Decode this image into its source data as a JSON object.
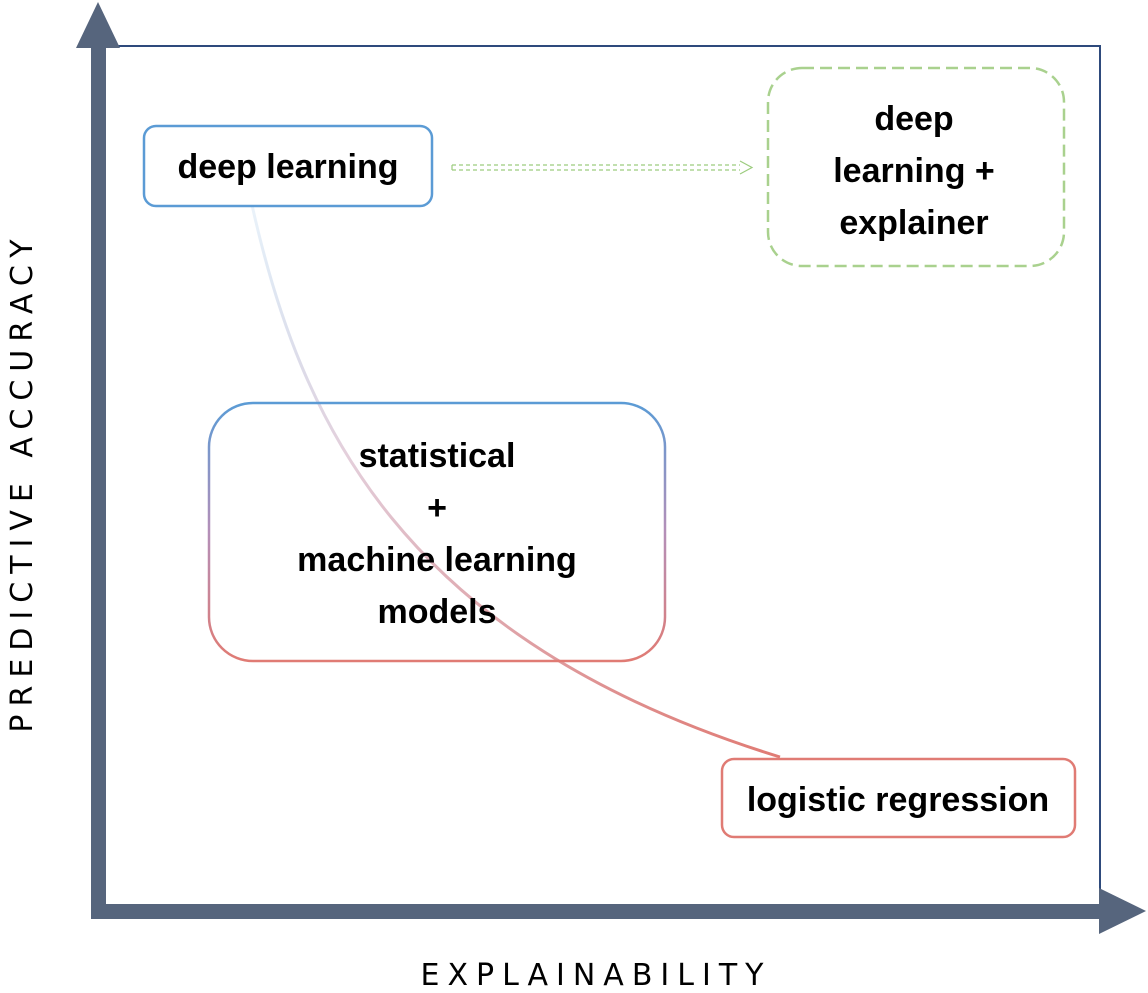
{
  "axes": {
    "x_label": "EXPLAINABILITY",
    "y_label": "PREDICTIVE ACCURACY"
  },
  "nodes": {
    "deep_learning": "deep learning",
    "deep_learning_explainer": [
      "deep",
      "learning +",
      "explainer"
    ],
    "statistical_ml": [
      "statistical",
      "+",
      "machine learning",
      "models"
    ],
    "logistic_regression": "logistic regression"
  },
  "colors": {
    "axis": "#56657d",
    "frame": "#2e4a7c",
    "deep_learning_border": "#5b9bd5",
    "explainer_border": "#a9d18e",
    "logistic_border": "#e07b74",
    "gradient_top": "#5b9bd5",
    "gradient_bottom": "#e07b74"
  }
}
